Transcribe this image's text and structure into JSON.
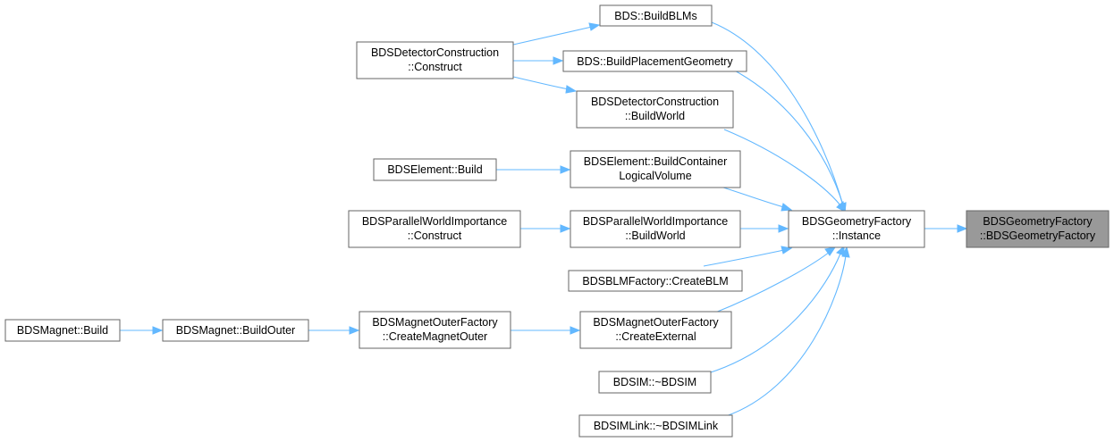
{
  "graph": {
    "current_node": "BDSGeometryFactory::BDSGeometryFactory",
    "nodes": {
      "geomfactory_ctor": {
        "line1": "BDSGeometryFactory",
        "line2": "::BDSGeometryFactory"
      },
      "geomfactory_instance": {
        "line1": "BDSGeometryFactory",
        "line2": "::Instance"
      },
      "build_blms": {
        "line1": "BDS::BuildBLMs"
      },
      "build_placement_geometry": {
        "line1": "BDS::BuildPlacementGeometry"
      },
      "detector_build_world": {
        "line1": "BDSDetectorConstruction",
        "line2": "::BuildWorld"
      },
      "detector_construct": {
        "line1": "BDSDetectorConstruction",
        "line2": "::Construct"
      },
      "element_build_container": {
        "line1": "BDSElement::BuildContainer",
        "line2": "LogicalVolume"
      },
      "element_build": {
        "line1": "BDSElement::Build"
      },
      "pwi_build_world": {
        "line1": "BDSParallelWorldImportance",
        "line2": "::BuildWorld"
      },
      "pwi_construct": {
        "line1": "BDSParallelWorldImportance",
        "line2": "::Construct"
      },
      "blmfactory_create_blm": {
        "line1": "BDSBLMFactory::CreateBLM"
      },
      "mof_create_external": {
        "line1": "BDSMagnetOuterFactory",
        "line2": "::CreateExternal"
      },
      "mof_create_magnet_outer": {
        "line1": "BDSMagnetOuterFactory",
        "line2": "::CreateMagnetOuter"
      },
      "magnet_build_outer": {
        "line1": "BDSMagnet::BuildOuter"
      },
      "magnet_build": {
        "line1": "BDSMagnet::Build"
      },
      "bdsim_dtor": {
        "line1": "BDSIM::~BDSIM"
      },
      "bdsimlink_dtor": {
        "line1": "BDSIMLink::~BDSIMLink"
      }
    }
  },
  "colors": {
    "edge": "#63b8ff",
    "node_border": "#666666",
    "node_fill": "#ffffff",
    "current_node_fill": "#999999"
  }
}
